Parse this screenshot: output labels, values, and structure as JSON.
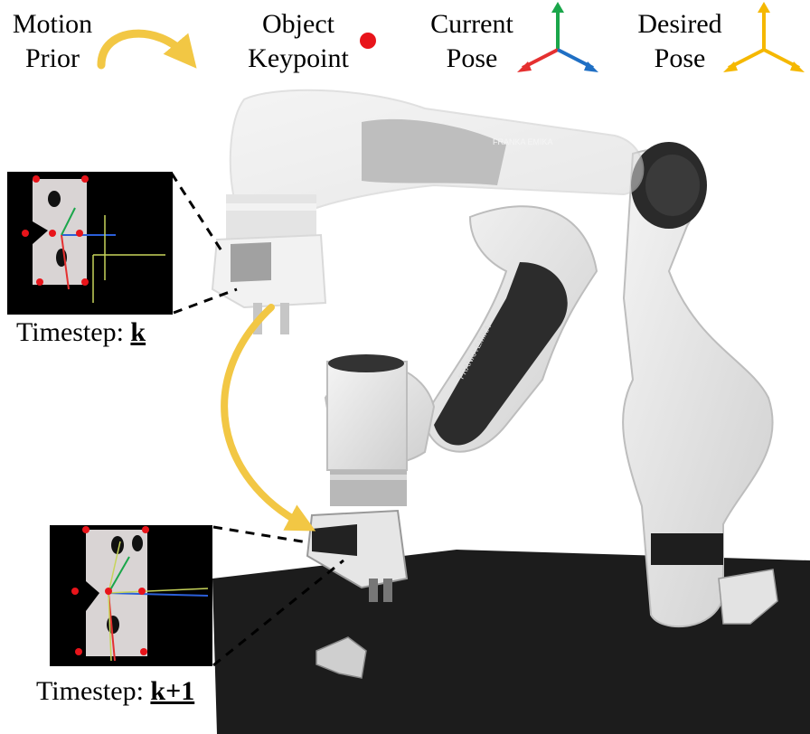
{
  "legend": {
    "motion_prior": [
      "Motion",
      "Prior"
    ],
    "object_keypoint": [
      "Object",
      "Keypoint"
    ],
    "current_pose": [
      "Current",
      "Pose"
    ],
    "desired_pose": [
      "Desired",
      "Pose"
    ]
  },
  "robot": {
    "brand_text": "FRANKA EMIKA"
  },
  "timesteps": {
    "prefix": "Timestep: ",
    "first": "k",
    "second": "k+1"
  },
  "colors": {
    "motion_prior": "#f2c744",
    "keypoint": "#e8141a",
    "axis_x": "#1f6fc4",
    "axis_y": "#1aa64a",
    "axis_z": "#e53030",
    "desired_pose": "#f5b800",
    "ground": "#1c1c1c"
  }
}
